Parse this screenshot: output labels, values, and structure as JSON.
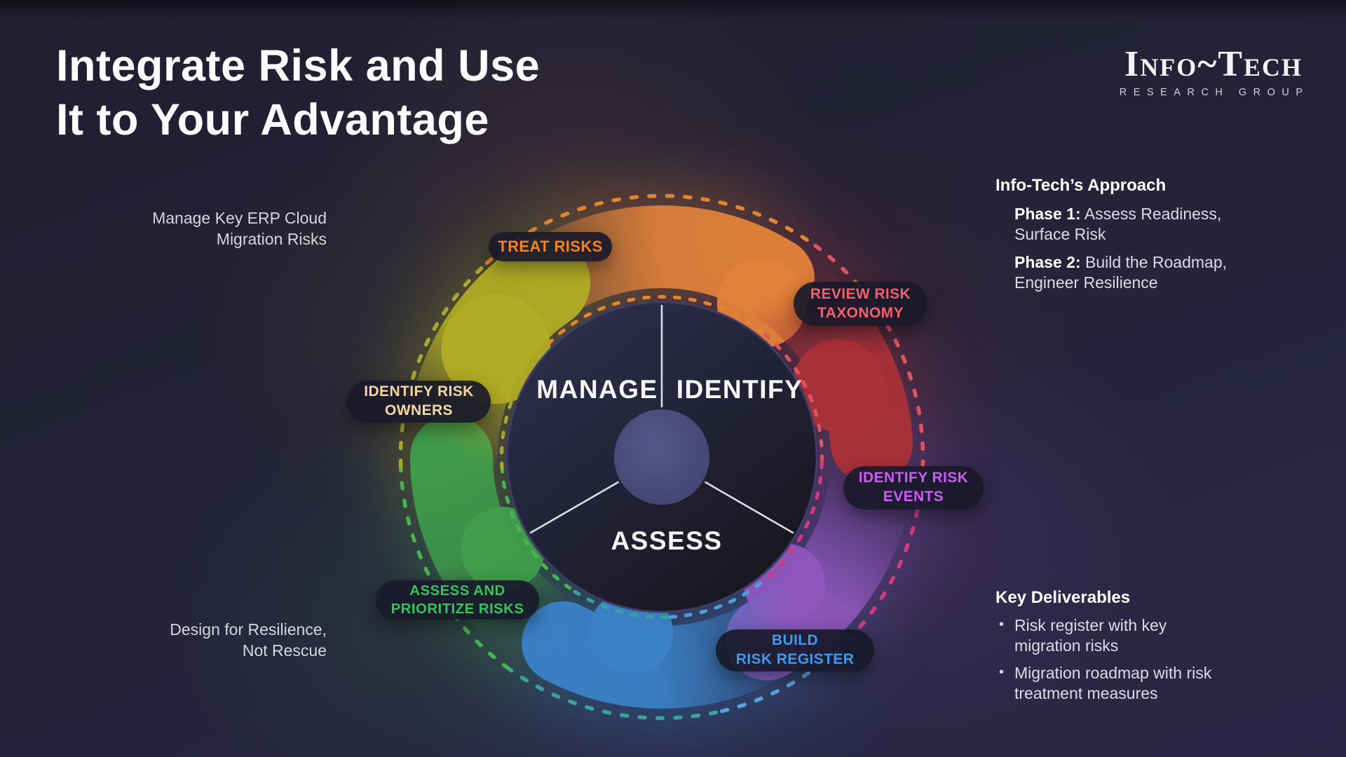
{
  "title": {
    "line1": "Integrate Risk and Use",
    "line2": "It to Your Advantage"
  },
  "logo": {
    "wordmark": "Info~Tech",
    "subtext": "RESEARCH GROUP"
  },
  "left_notes": {
    "note1": "Manage Key ERP Cloud\nMigration Risks",
    "note2": "Design for Resilience,\nNot Rescue"
  },
  "approach": {
    "heading": "Info-Tech’s Approach",
    "phases": [
      {
        "label": "Phase 1:",
        "line1": "Assess Readiness,",
        "line2": "Surface Risk"
      },
      {
        "label": "Phase 2:",
        "line1": "Build the Roadmap,",
        "line2": "Engineer Resilience"
      }
    ]
  },
  "deliverables": {
    "heading": "Key Deliverables",
    "bullet": "•",
    "items": [
      {
        "line1": "Risk register with key",
        "line2": "migration risks"
      },
      {
        "line1": "Migration roadmap with risk",
        "line2": "treatment measures"
      }
    ]
  },
  "wheel": {
    "sectors": {
      "manage": "MANAGE",
      "identify": "IDENTIFY",
      "assess": "ASSESS"
    },
    "steps": [
      {
        "id": "treat-risks",
        "label": "TREAT RISKS",
        "color": "#f5821f"
      },
      {
        "id": "review-risk-taxonomy",
        "label": "REVIEW RISK\nTAXONOMY",
        "color": "#f2606e"
      },
      {
        "id": "identify-risk-events",
        "label": "IDENTIFY RISK\nEVENTS",
        "color": "#c95cf2"
      },
      {
        "id": "build-risk-register",
        "label": "BUILD\nRISK REGISTER",
        "color": "#3b9bf0"
      },
      {
        "id": "assess-and-prioritize-risks",
        "label": "ASSESS AND\nPRIORITIZE RISKS",
        "color": "#35c45c"
      },
      {
        "id": "identify-risk-owners",
        "label": "IDENTIFY RISK\nOWNERS",
        "color": "#f4d79e"
      }
    ],
    "accent_colors": {
      "orange": "#e2823a",
      "red": "#ab3138",
      "purple": "#8f56bd",
      "blue": "#3b82c9",
      "green": "#3f9e4c",
      "yellow": "#b1ad24"
    }
  }
}
